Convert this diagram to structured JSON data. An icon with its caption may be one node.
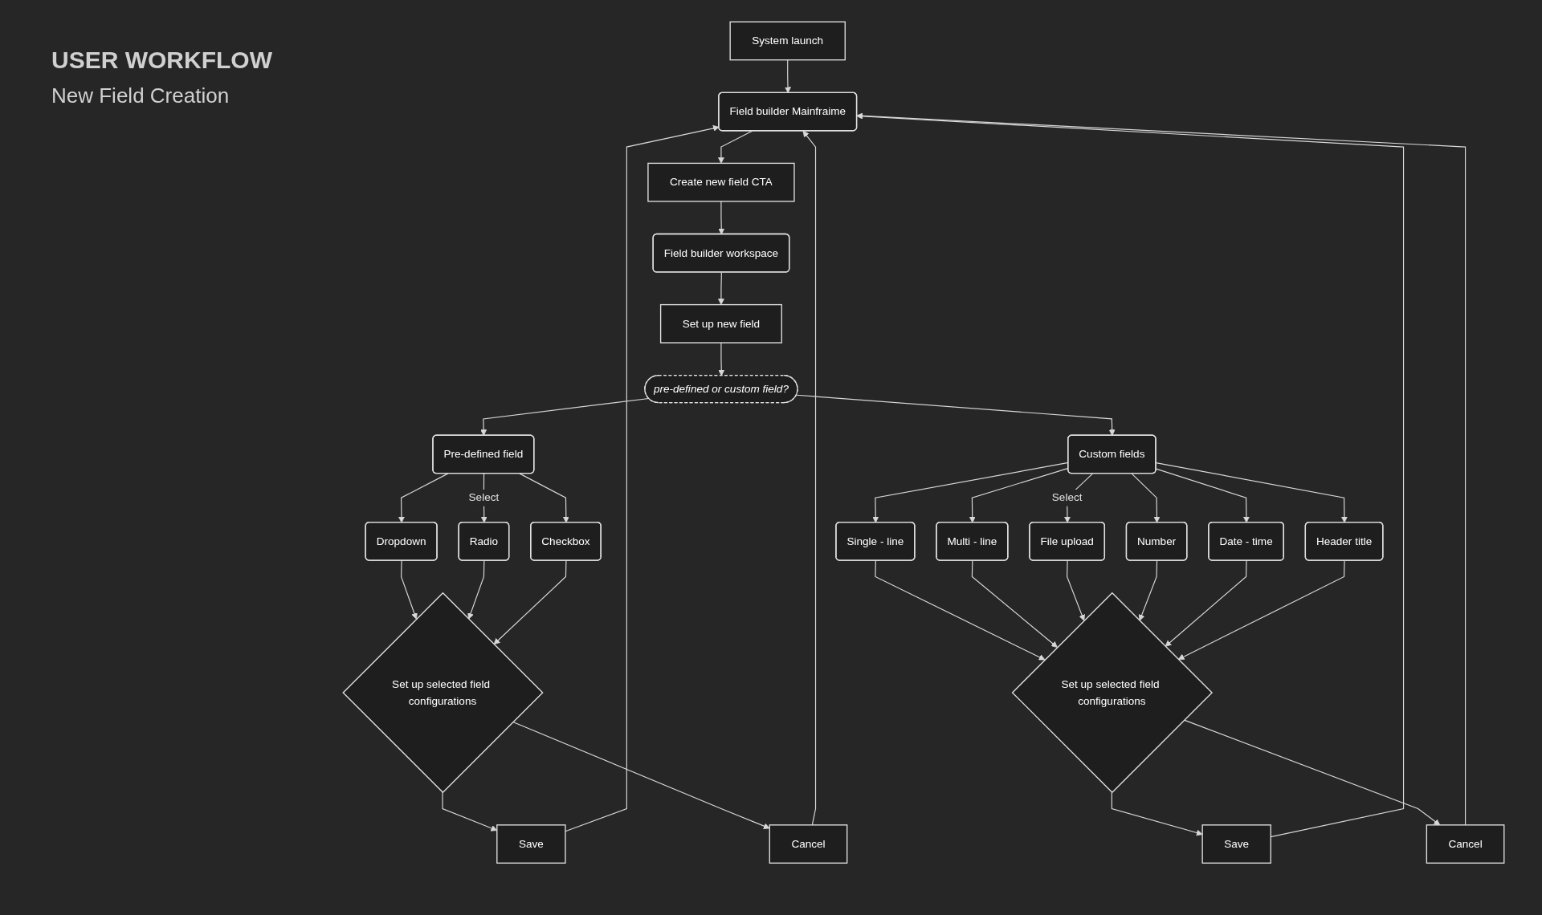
{
  "diagram": {
    "title": "USER WORKFLOW",
    "nodes": [
      {
        "text": [
          "System launch"
        ]
      },
      {
        "text": [
          "Field builder Mainfraime"
        ]
      },
      {
        "text": [
          "Create new field CTA"
        ]
      },
      {
        "text": [
          "Field builder workspace"
        ]
      },
      {
        "text": [
          "Set up new field"
        ]
      },
      {
        "text": [
          "pre-defined or custom field?"
        ]
      },
      {
        "text": [
          "Pre-defined field"
        ]
      },
      {
        "text": [
          "Custom fields"
        ]
      },
      {
        "text": [
          "Dropdown"
        ]
      },
      {
        "text": [
          "Radio"
        ]
      },
      {
        "text": [
          "Checkbox"
        ]
      },
      {
        "text": [
          "Single - line"
        ]
      },
      {
        "text": [
          "Multi - line"
        ]
      },
      {
        "text": [
          "File upload"
        ]
      },
      {
        "text": [
          "Number"
        ]
      },
      {
        "text": [
          "Date - time"
        ]
      },
      {
        "text": [
          "Header title"
        ]
      },
      {
        "text": [
          "Set up selected field configurations"
        ]
      },
      {
        "text": [
          "Set up selected field configurations"
        ]
      },
      {
        "text": [
          "Save"
        ]
      },
      {
        "text": [
          "Cancel"
        ]
      },
      {
        "text": [
          "Save"
        ]
      },
      {
        "text": [
          "Cancel"
        ]
      }
    ],
    "edges": [
      {
        "from": 0,
        "to": 1,
        "arrow": "to"
      },
      {
        "from": 1,
        "to": 2,
        "arrow": "to"
      },
      {
        "from": 2,
        "to": 3,
        "arrow": "to"
      },
      {
        "from": 3,
        "to": 4,
        "arrow": "to"
      },
      {
        "from": 4,
        "to": 5,
        "arrow": "to"
      },
      {
        "from": 5,
        "to": 6,
        "arrow": "to"
      },
      {
        "from": 5,
        "to": 7,
        "arrow": "to"
      },
      {
        "from": 6,
        "to": 8,
        "arrow": "to"
      },
      {
        "from": 6,
        "to": 9,
        "arrow": "to",
        "label": "Select"
      },
      {
        "from": 6,
        "to": 10,
        "arrow": "to"
      },
      {
        "from": 7,
        "to": 11,
        "arrow": "to"
      },
      {
        "from": 7,
        "to": 12,
        "arrow": "to"
      },
      {
        "from": 7,
        "to": 13,
        "arrow": "to",
        "label": "Select"
      },
      {
        "from": 7,
        "to": 14,
        "arrow": "to"
      },
      {
        "from": 7,
        "to": 15,
        "arrow": "to"
      },
      {
        "from": 7,
        "to": 16,
        "arrow": "to"
      },
      {
        "from": 8,
        "to": 17,
        "arrow": "to"
      },
      {
        "from": 9,
        "to": 17,
        "arrow": "to"
      },
      {
        "from": 10,
        "to": 17,
        "arrow": "to"
      },
      {
        "from": 11,
        "to": 18,
        "arrow": "to"
      },
      {
        "from": 12,
        "to": 18,
        "arrow": "to"
      },
      {
        "from": 13,
        "to": 18,
        "arrow": "to"
      },
      {
        "from": 14,
        "to": 18,
        "arrow": "to"
      },
      {
        "from": 15,
        "to": 18,
        "arrow": "to"
      },
      {
        "from": 16,
        "to": 18,
        "arrow": "to"
      },
      {
        "from": 17,
        "to": 19,
        "arrow": "to"
      },
      {
        "from": 17,
        "to": 20,
        "arrow": "to"
      },
      {
        "from": 18,
        "to": 21,
        "arrow": "to"
      },
      {
        "from": 18,
        "to": 22,
        "arrow": "to"
      },
      {
        "from": 19,
        "to": 1,
        "arrow": "to"
      },
      {
        "from": 20,
        "to": 1,
        "arrow": "to"
      },
      {
        "from": 21,
        "to": 1,
        "arrow": "to"
      },
      {
        "from": 22,
        "to": 1,
        "arrow": "to"
      }
    ],
    "labels": [
      "New Field Creation"
    ]
  }
}
